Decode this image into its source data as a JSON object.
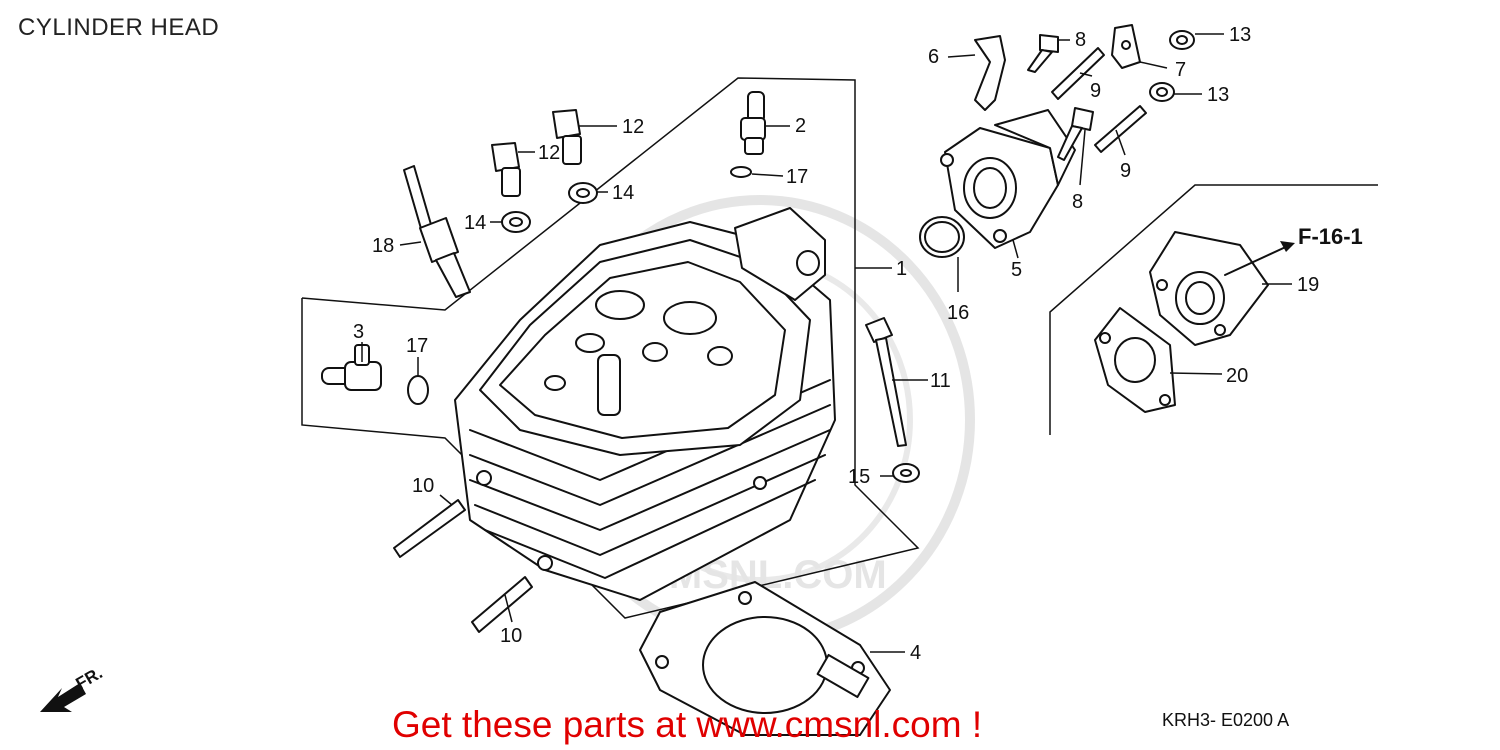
{
  "header": {
    "title": "CYLINDER HEAD"
  },
  "reference": "F-16-1",
  "footer": {
    "promo": "Get these parts at www.cmsnl.com !",
    "code": "KRH3- E0200 A"
  },
  "watermark": "CMSNL.COM",
  "direction_label": "FR.",
  "callouts": [
    "1",
    "2",
    "3",
    "4",
    "5",
    "6",
    "7",
    "8",
    "8",
    "9",
    "9",
    "10",
    "10",
    "11",
    "12",
    "12",
    "13",
    "13",
    "14",
    "14",
    "15",
    "16",
    "17",
    "17",
    "18",
    "19",
    "20"
  ],
  "colors": {
    "promo": "#e00000",
    "ink": "#111111",
    "watermark": "#d0d0d0"
  }
}
